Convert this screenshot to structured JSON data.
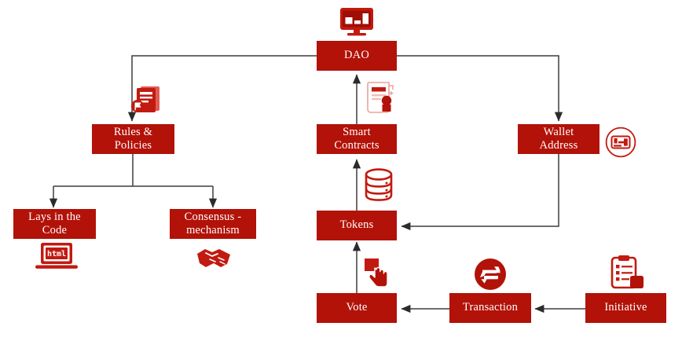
{
  "diagram": {
    "title": "DAO structure flow diagram",
    "colors": {
      "node_fill": "#b21208",
      "node_text": "#ffffff",
      "wire": "#3d3d3d",
      "background": "#ffffff",
      "icon_primary": "#c21a10",
      "icon_dark": "#9e0f06"
    },
    "nodes": [
      {
        "id": "dao",
        "label": "DAO"
      },
      {
        "id": "rules",
        "label": "Rules &\nPolicies"
      },
      {
        "id": "lays",
        "label": "Lays in the\nCode"
      },
      {
        "id": "consensus",
        "label": "Consensus -\nmechanism"
      },
      {
        "id": "smart",
        "label": "Smart\nContracts"
      },
      {
        "id": "tokens",
        "label": "Tokens"
      },
      {
        "id": "vote",
        "label": "Vote"
      },
      {
        "id": "transaction",
        "label": "Transaction"
      },
      {
        "id": "initiative",
        "label": "Initiative"
      },
      {
        "id": "wallet",
        "label": "Wallet\nAddress"
      }
    ],
    "icons": [
      {
        "id": "dao-monitor",
        "name": "monitor-dashboard-icon",
        "attached_to": "dao"
      },
      {
        "id": "rules-policy",
        "name": "policy-document-icon",
        "attached_to": "rules"
      },
      {
        "id": "laptop-html",
        "name": "laptop-code-icon",
        "attached_to": "lays",
        "text": "html"
      },
      {
        "id": "handshake",
        "name": "handshake-icon",
        "attached_to": "consensus"
      },
      {
        "id": "contract-seal",
        "name": "contract-seal-icon",
        "attached_to": "smart"
      },
      {
        "id": "database",
        "name": "database-icon",
        "attached_to": "tokens"
      },
      {
        "id": "click-hand",
        "name": "click-hand-icon",
        "attached_to": "vote"
      },
      {
        "id": "exchange",
        "name": "exchange-arrows-icon",
        "attached_to": "transaction"
      },
      {
        "id": "clipboard",
        "name": "clipboard-list-icon",
        "attached_to": "initiative"
      },
      {
        "id": "wallet-badge",
        "name": "wallet-icon",
        "attached_to": "wallet"
      }
    ],
    "edges": [
      {
        "from": "dao",
        "to": "rules",
        "arrow": true
      },
      {
        "from": "dao",
        "to": "wallet",
        "arrow": true
      },
      {
        "from": "rules",
        "to": "lays",
        "arrow": true
      },
      {
        "from": "rules",
        "to": "consensus",
        "arrow": true
      },
      {
        "from": "smart",
        "to": "dao",
        "arrow": true
      },
      {
        "from": "tokens",
        "to": "smart",
        "arrow": true
      },
      {
        "from": "vote",
        "to": "tokens",
        "arrow": true
      },
      {
        "from": "transaction",
        "to": "vote",
        "arrow": true
      },
      {
        "from": "initiative",
        "to": "transaction",
        "arrow": true
      },
      {
        "from": "wallet",
        "to": "tokens",
        "arrow": true
      }
    ]
  }
}
